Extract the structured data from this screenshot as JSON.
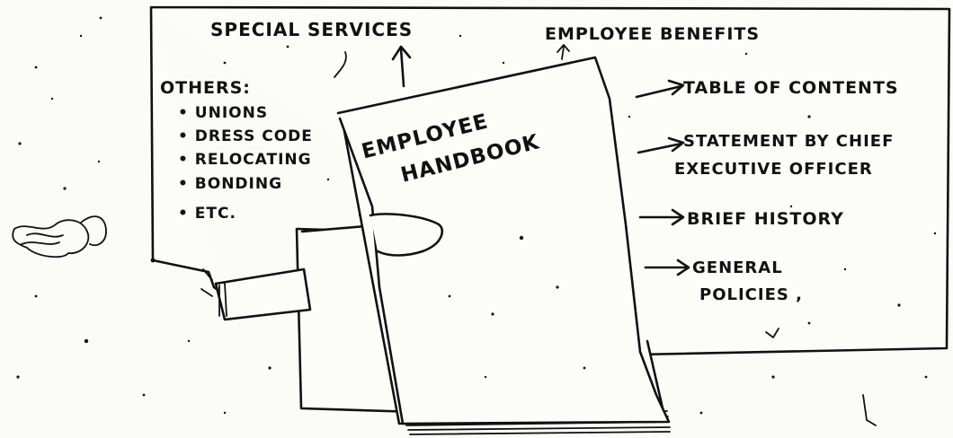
{
  "top_labels": {
    "special_services": "SPECIAL SERVICES",
    "employee_benefits": "EMPLOYEE BENEFITS"
  },
  "others": {
    "heading": "OTHERS:",
    "items": [
      "• UNIONS",
      "• DRESS CODE",
      "• RELOCATING",
      "• BONDING",
      "• ETC."
    ]
  },
  "handbook": {
    "line1": "EMPLOYEE",
    "line2": "HANDBOOK"
  },
  "contents": [
    {
      "line1": "TABLE OF CONTENTS",
      "line2": ""
    },
    {
      "line1": "STATEMENT BY CHIEF",
      "line2": "EXECUTIVE OFFICER"
    },
    {
      "line1": "BRIEF HISTORY",
      "line2": ""
    },
    {
      "line1": "GENERAL",
      "line2": "POLICIES ,"
    }
  ],
  "colors": {
    "ink": "#111111",
    "paper": "#fbfbf8"
  }
}
